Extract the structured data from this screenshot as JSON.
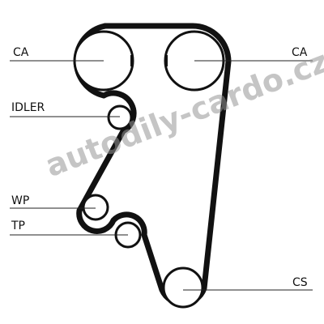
{
  "labels": {
    "ca_left": "CA",
    "ca_right": "CA",
    "idler": "IDLER",
    "wp": "WP",
    "tp": "TP",
    "cs": "CS"
  },
  "watermark": "autodily-cardo.cz",
  "colors": {
    "belt": "#111111",
    "pulley": "#111111",
    "leader_line": "#222222",
    "watermark": "#969696",
    "background": "#ffffff"
  }
}
